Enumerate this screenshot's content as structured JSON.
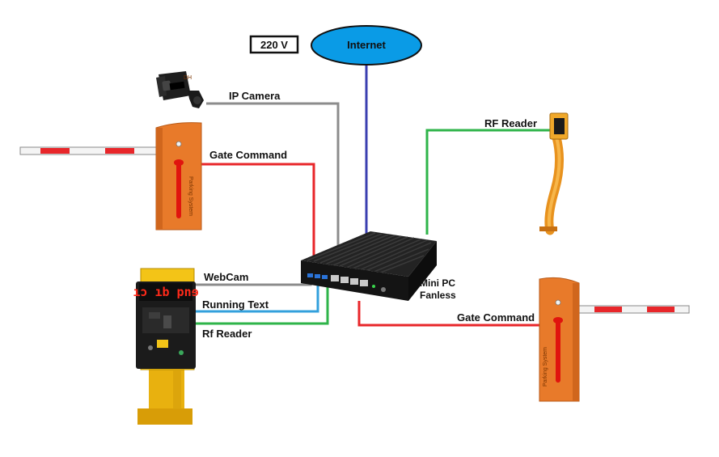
{
  "power": {
    "label": "220 V"
  },
  "internet": {
    "label": "Internet"
  },
  "minipc": {
    "label_line1": "Mini PC",
    "label_line2": "Fanless"
  },
  "connections": {
    "ip_camera": "IP Camera",
    "gate_command_left": "Gate Command",
    "rf_reader_right": "RF Reader",
    "webcam": "WebCam",
    "running_text": "Running Text",
    "rf_reader_left": "Rf Reader",
    "gate_command_right": "Gate Command"
  },
  "barrier": {
    "text": "Parking System"
  },
  "kiosk": {
    "led_text": "ıɔ ıb pnɘ"
  },
  "colors": {
    "gray": "#8c8c8c",
    "red": "#e8262a",
    "green": "#2fb44a",
    "blue": "#33a0dc",
    "navy": "#3a3fb0",
    "internet_fill": "#0a9be6",
    "barrier_orange": "#e87a2a",
    "kiosk_yellow": "#f3c417"
  }
}
